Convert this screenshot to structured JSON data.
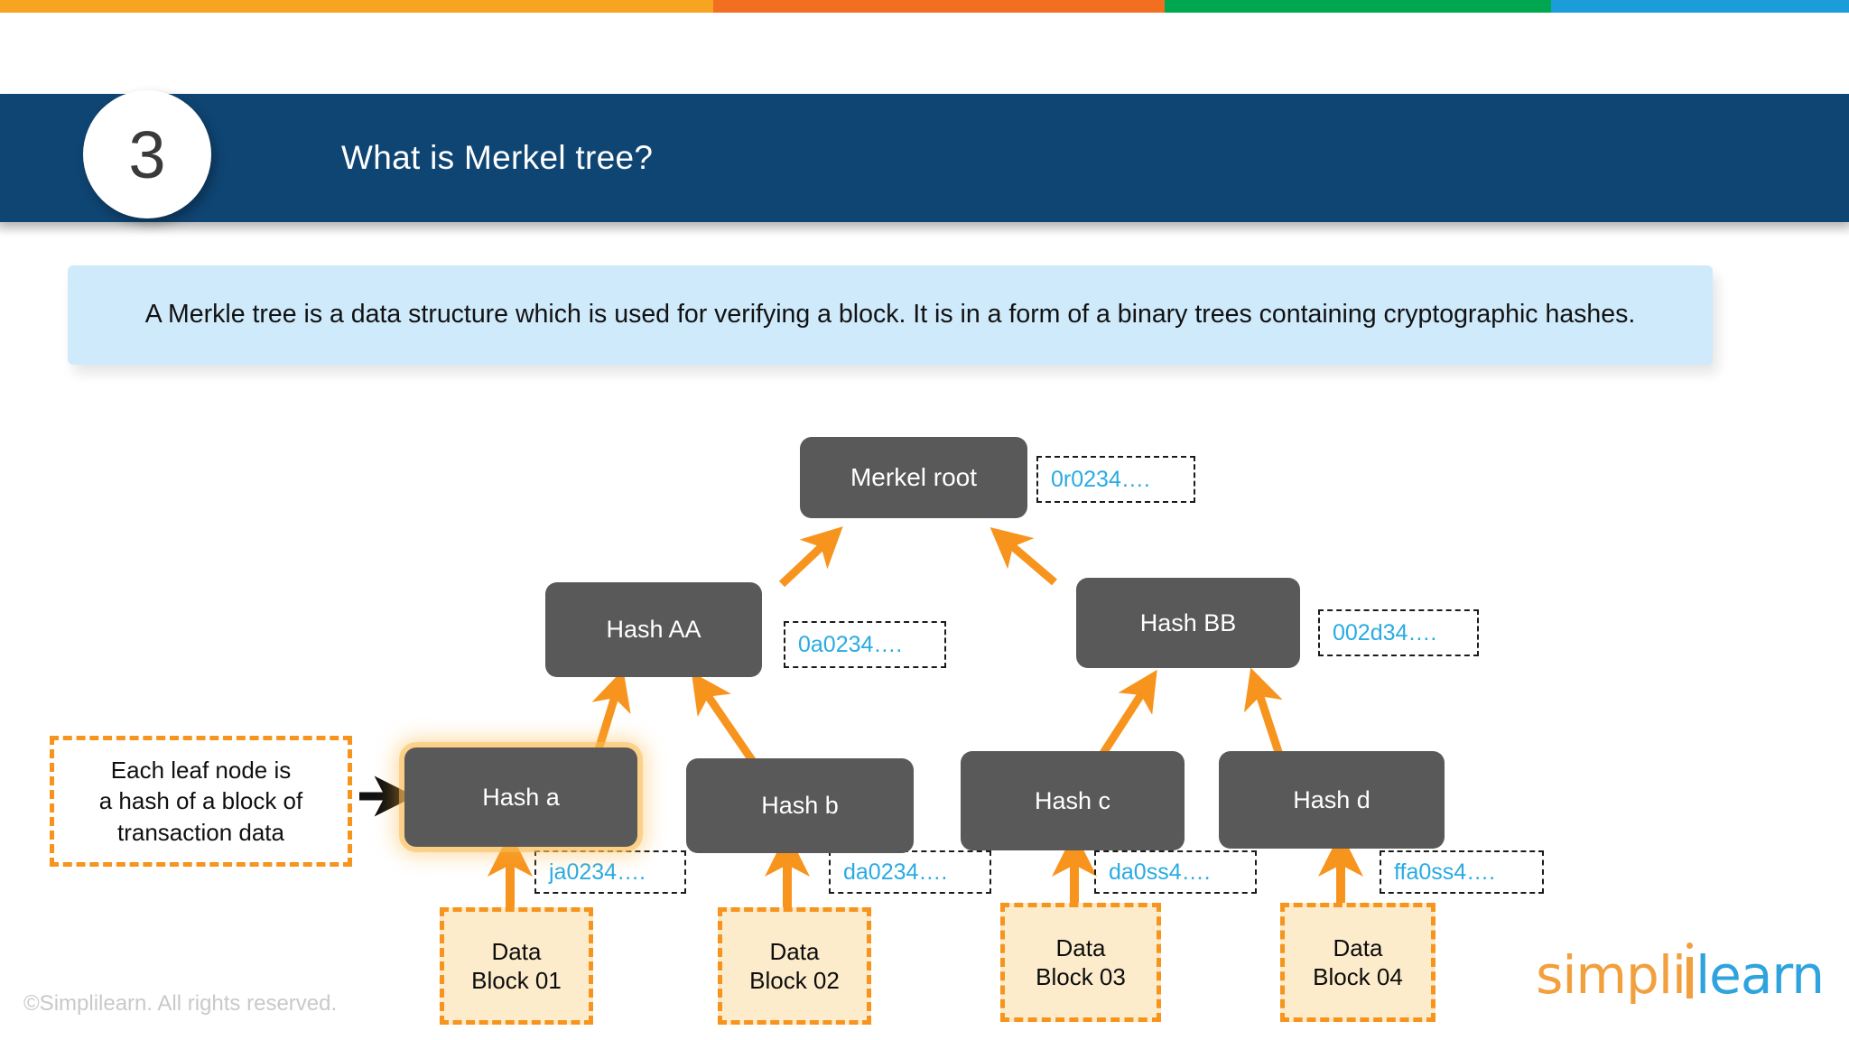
{
  "topbar": {
    "segments": [
      {
        "name": "amber",
        "color": "#f7a521"
      },
      {
        "name": "orange",
        "color": "#f26f21"
      },
      {
        "name": "green",
        "color": "#00a650"
      },
      {
        "name": "blue",
        "color": "#1b9dd9"
      }
    ]
  },
  "header": {
    "number": "3",
    "title": "What is Merkel tree?",
    "band_color": "#0f4573"
  },
  "definition": {
    "text": "A Merkle tree is a data structure which is used for verifying a block. It is in a form of a binary trees containing cryptographic hashes."
  },
  "annotation": {
    "line1": "Each leaf node is",
    "line2": "a hash of a block of",
    "line3": "transaction data"
  },
  "diagram": {
    "node_color": "#595959",
    "hash_text_color": "#29ABE2",
    "accent_color": "#F7941E",
    "root": {
      "label": "Merkel root",
      "hash": "0r0234…."
    },
    "level2": [
      {
        "label": "Hash AA",
        "hash": "0a0234…."
      },
      {
        "label": "Hash BB",
        "hash": "002d34…."
      }
    ],
    "leaves": [
      {
        "label": "Hash a",
        "hash": "ja0234….",
        "highlighted": true
      },
      {
        "label": "Hash b",
        "hash": "da0234….",
        "highlighted": false
      },
      {
        "label": "Hash c",
        "hash": "da0ss4….",
        "highlighted": false
      },
      {
        "label": "Hash d",
        "hash": "ffa0ss4….",
        "highlighted": false
      }
    ],
    "data_blocks": [
      {
        "line1": "Data",
        "line2": "Block 01"
      },
      {
        "line1": "Data",
        "line2": "Block 02"
      },
      {
        "line1": "Data",
        "line2": "Block 03"
      },
      {
        "line1": "Data",
        "line2": "Block 04"
      }
    ]
  },
  "footer": {
    "copyright": "©Simplilearn. All rights reserved.",
    "logo_part1": "simpli",
    "logo_part2": "learn"
  }
}
